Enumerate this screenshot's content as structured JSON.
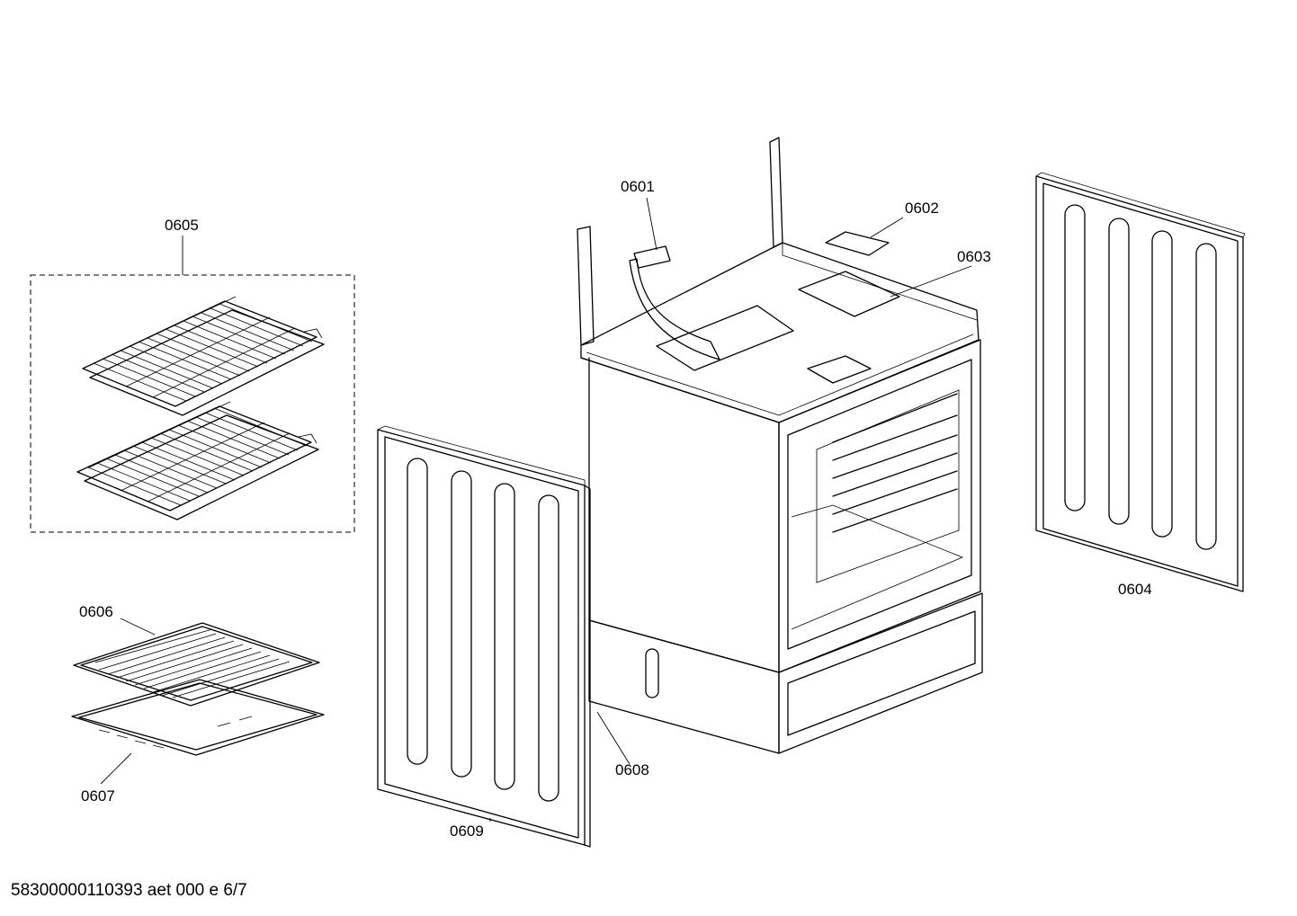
{
  "labels": {
    "p0601": "0601",
    "p0602": "0602",
    "p0603": "0603",
    "p0604": "0604",
    "p0605": "0605",
    "p0606": "0606",
    "p0607": "0607",
    "p0608": "0608",
    "p0609": "0609"
  },
  "footer": "58300000110393 aet 000 e 6/7"
}
